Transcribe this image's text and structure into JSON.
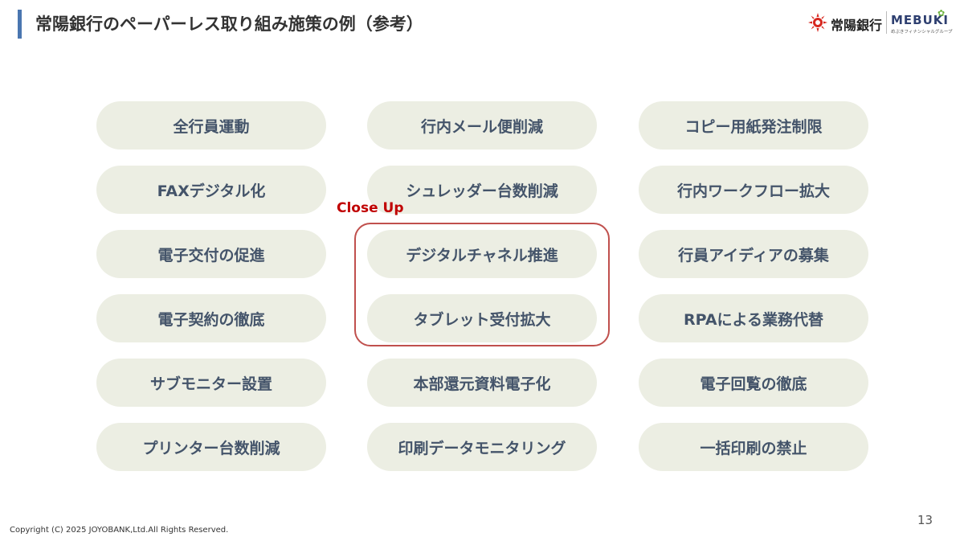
{
  "header": {
    "title": "常陽銀行のペーパーレス取り組み施策の例（参考）"
  },
  "logo": {
    "bank_name": "常陽銀行",
    "group_name": "MEBUKI",
    "group_sub": "めぶきフィナンシャルグループ",
    "sun_color": "#d7261e",
    "sprout_color": "#6bb13c"
  },
  "items": {
    "c1": [
      "全行員運動",
      "FAXデジタル化",
      "電子交付の促進",
      "電子契約の徹底",
      "サブモニター設置",
      "プリンター台数削減"
    ],
    "c2": [
      "行内メール便削減",
      "シュレッダー台数削減",
      "デジタルチャネル推進",
      "タブレット受付拡大",
      "本部還元資料電子化",
      "印刷データモニタリング"
    ],
    "c3": [
      "コピー用紙発注制限",
      "行内ワークフロー拡大",
      "行員アイディアの募集",
      "RPAによる業務代替",
      "電子回覧の徹底",
      "一括印刷の禁止"
    ]
  },
  "highlight": {
    "label": "Close Up",
    "color": "#c00000"
  },
  "footer": {
    "page_number": "13",
    "copyright": "Copyright (C) 2025  JOYOBANK,Ltd.All Rights Reserved."
  },
  "colors": {
    "accent_bar": "#4a76b0",
    "pill_bg": "#eceee3",
    "pill_text": "#44546a"
  }
}
